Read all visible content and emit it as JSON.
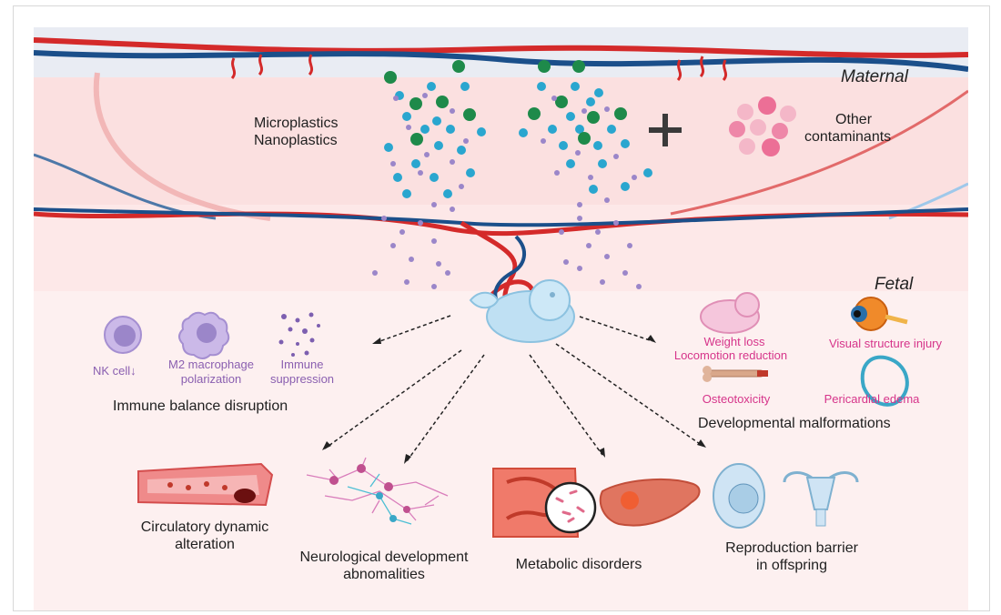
{
  "labels": {
    "maternal": "Maternal",
    "fetal": "Fetal",
    "microplastics": "Microplastics",
    "nanoplastics": "Nanoplastics",
    "other_contaminants_1": "Other",
    "other_contaminants_2": "contaminants",
    "plus": "+"
  },
  "immune": {
    "nk_cell": "NK cell↓",
    "m2_line1": "M2 macrophage",
    "m2_line2": "polarization",
    "suppression_line1": "Immune",
    "suppression_line2": "suppression",
    "title": "Immune balance disruption"
  },
  "developmental": {
    "weight_loss": "Weight loss",
    "locomotion": "Locomotion reduction",
    "visual": "Visual structure injury",
    "osteotoxicity": "Osteotoxicity",
    "pericardial": "Pericardial edema",
    "title": "Developmental malformations"
  },
  "outcomes": {
    "circulatory_line1": "Circulatory dynamic",
    "circulatory_line2": "alteration",
    "neuro_line1": "Neurological development",
    "neuro_line2": "abnomalities",
    "metabolic": "Metabolic disorders",
    "repro_line1": "Reproduction barrier",
    "repro_line2": "in offspring"
  },
  "colors": {
    "maternal_bg": "#fbe3e3",
    "fetal_bg": "#fdeeee",
    "artery_red": "#d42a2a",
    "vein_blue": "#1b4f8a",
    "particle_green": "#1e8a4a",
    "particle_cyan": "#2aa6cf",
    "particle_purple": "#9b86c9",
    "contaminant_pink": "#ef7fa2",
    "immune_purple": "#8a5fb0",
    "malformation_pink": "#d6348a"
  }
}
